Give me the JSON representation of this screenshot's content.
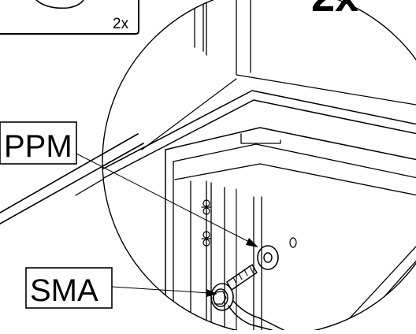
{
  "callouts": {
    "ppm_label": "PPM",
    "sma_label": "SMA"
  },
  "inset": {
    "quantity": "2x"
  },
  "header": {
    "quantity_large": "2x"
  }
}
